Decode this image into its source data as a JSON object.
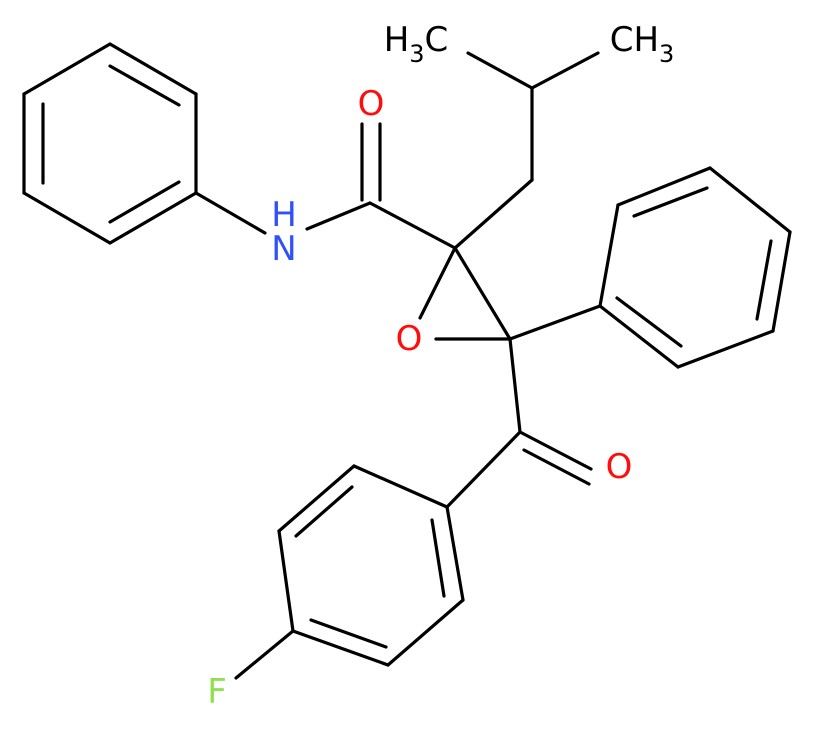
{
  "molecule": {
    "atoms": {
      "amide_oxygen": {
        "label": "O",
        "color": "#ff0d0d"
      },
      "amide_nitrogen": {
        "label": "N",
        "color": "#3050f8"
      },
      "amide_hydrogen": {
        "label": "H",
        "color": "#3050f8"
      },
      "epoxide_oxygen": {
        "label": "O",
        "color": "#ff0d0d"
      },
      "ketone_oxygen": {
        "label": "O",
        "color": "#ff0d0d"
      },
      "fluorine": {
        "label": "F",
        "color": "#90e050"
      },
      "methyl_left": {
        "label": "H3C"
      },
      "methyl_right": {
        "label": "CH3"
      }
    }
  }
}
